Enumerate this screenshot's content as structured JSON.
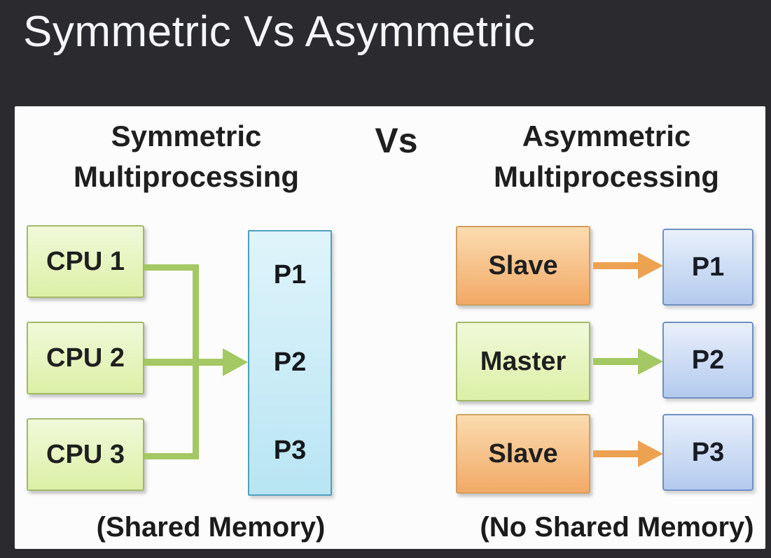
{
  "page": {
    "title": "Symmetric Vs Asymmetric"
  },
  "diagram": {
    "vs_label": "Vs",
    "left": {
      "heading": [
        "Symmetric",
        "Multiprocessing"
      ],
      "cpus": [
        "CPU 1",
        "CPU 2",
        "CPU 3"
      ],
      "memory_processes": [
        "P1",
        "P2",
        "P3"
      ],
      "caption": "(Shared Memory)"
    },
    "right": {
      "heading": [
        "Asymmetric",
        "Multiprocessing"
      ],
      "rows": [
        {
          "processor": "Slave",
          "type": "slave",
          "process": "P1"
        },
        {
          "processor": "Master",
          "type": "master",
          "process": "P2"
        },
        {
          "processor": "Slave",
          "type": "slave",
          "process": "P3"
        }
      ],
      "caption": "(No Shared Memory)"
    }
  },
  "colors": {
    "page-bg": "#2b2b2f",
    "panel-bg": "#fcfcfd",
    "title-text": "#f5f6f7",
    "diagram-text": "#1f1f1f",
    "green-box-top": "#f1f9da",
    "green-box-bottom": "#dcf0a6",
    "green-box-border": "#a3b968",
    "orange-box-top": "#fbdcb0",
    "orange-box-bottom": "#f2a966",
    "orange-box-border": "#cfa05e",
    "memory-box-top": "#e0f4fb",
    "memory-box-bottom": "#b8e5f3",
    "memory-box-border": "#4d9fbe",
    "pbox-top": "#e9f0fb",
    "pbox-bottom": "#b3caee",
    "pbox-border": "#6f8fc4",
    "green-arrow": "#a4c863",
    "orange-arrow": "#eca251"
  }
}
